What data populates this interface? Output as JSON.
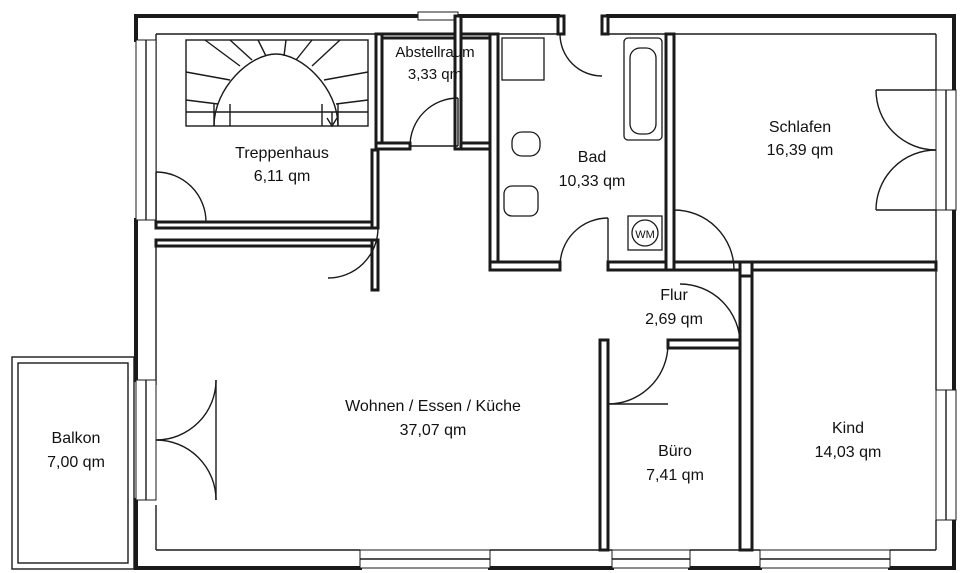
{
  "rooms": {
    "abstellraum": {
      "name": "Abstellraum",
      "area": "3,33 qm"
    },
    "treppenhaus": {
      "name": "Treppenhaus",
      "area": "6,11 qm"
    },
    "bad": {
      "name": "Bad",
      "area": "10,33 qm"
    },
    "schlafen": {
      "name": "Schlafen",
      "area": "16,39 qm"
    },
    "flur": {
      "name": "Flur",
      "area": "2,69 qm"
    },
    "wohnen": {
      "name": "Wohnen / Essen / Küche",
      "area": "37,07 qm"
    },
    "balkon": {
      "name": "Balkon",
      "area": "7,00 qm"
    },
    "buero": {
      "name": "Büro",
      "area": "7,41 qm"
    },
    "kind": {
      "name": "Kind",
      "area": "14,03 qm"
    }
  },
  "fixtures": {
    "washing_machine": "WM"
  }
}
